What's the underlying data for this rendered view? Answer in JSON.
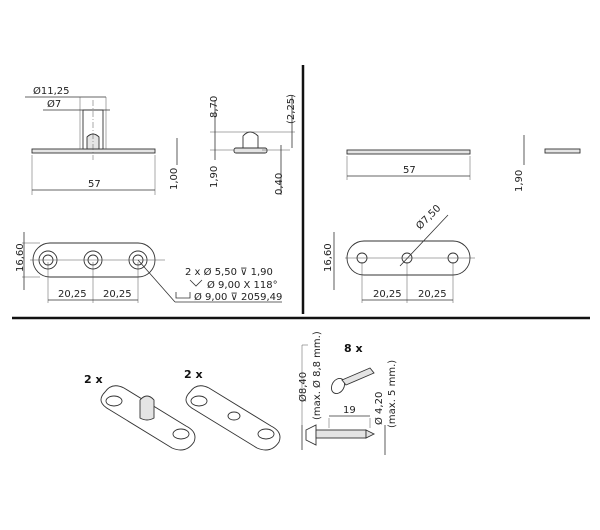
{
  "views": {
    "front": {
      "dia_outer": "Ø11,25",
      "dia_inner": "Ø7",
      "length": "57",
      "thickness": "1,00"
    },
    "side": {
      "height": "8,70",
      "head": "(2,25)",
      "base": "1,90",
      "step": "0,40"
    },
    "plan_left": {
      "width": "16,60",
      "pitch_1": "20,25",
      "pitch_2": "20,25",
      "callout_1": "2 x Ø 5,50 ⊽ 1,90",
      "callout_2": "Ø 9,00 X 118°",
      "callout_3": "Ø 9,00 ⊽ 2059,49"
    },
    "flat_front": {
      "length": "57"
    },
    "flat_side": {
      "thickness": "1,90"
    },
    "plan_right": {
      "width": "16,60",
      "hole_dia": "Ø7,50",
      "pitch_1": "20,25",
      "pitch_2": "20,25"
    }
  },
  "parts": {
    "pin_plate_qty": "2 x",
    "flat_plate_qty": "2 x",
    "screw_qty": "8 x",
    "screw_head_dia": "Ø8,40",
    "screw_head_max": "(max. Ø 8,8 mm.)",
    "screw_length": "19",
    "screw_dia": "Ø 4,20",
    "screw_dia_max": "(max. 5 mm.)"
  }
}
